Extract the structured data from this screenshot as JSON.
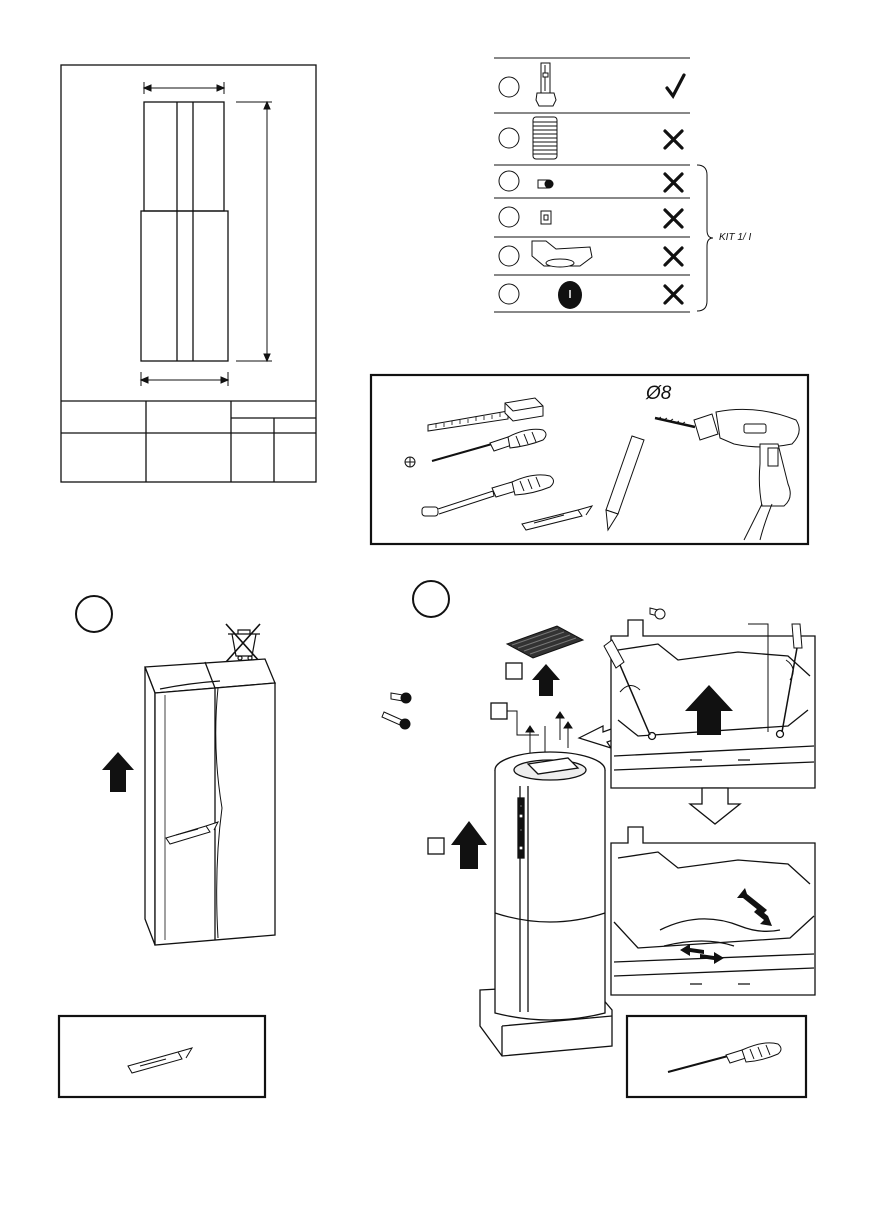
{
  "dimension_sheet": {
    "title_block": {
      "header_cells": [
        "",
        "",
        ""
      ],
      "sub_header_cells": [
        "",
        ""
      ],
      "value_cells": [
        "",
        "",
        "",
        ""
      ]
    }
  },
  "parts_list": {
    "items": [
      {
        "icon": "anchor-bolt-icon",
        "status": "check"
      },
      {
        "icon": "flexible-duct-icon",
        "status": "cross"
      },
      {
        "icon": "screw-icon",
        "status": "cross"
      },
      {
        "icon": "nut-icon",
        "status": "cross"
      },
      {
        "icon": "flange-icon",
        "status": "cross"
      },
      {
        "icon": "washer-icon",
        "status": "cross"
      }
    ],
    "kit_label": "KIT 1/ I"
  },
  "tools_panel": {
    "drill_bit_label": "Ø8",
    "tools": [
      "tape-measure-icon",
      "phillips-screwdriver-icon",
      "flat-screwdriver-icon",
      "utility-knife-icon",
      "pencil-icon",
      "drill-icon"
    ]
  },
  "step_unpack": {
    "tools": [
      "utility-knife-icon"
    ],
    "symbols": [
      "weee-bin-icon"
    ]
  },
  "step_remove": {
    "tools": [
      "screwdriver-icon"
    ],
    "checkbox_labels": [
      "",
      "",
      ""
    ]
  },
  "colors": {
    "ink": "#111111",
    "paper": "#ffffff",
    "shade": "#d0d0d0"
  }
}
